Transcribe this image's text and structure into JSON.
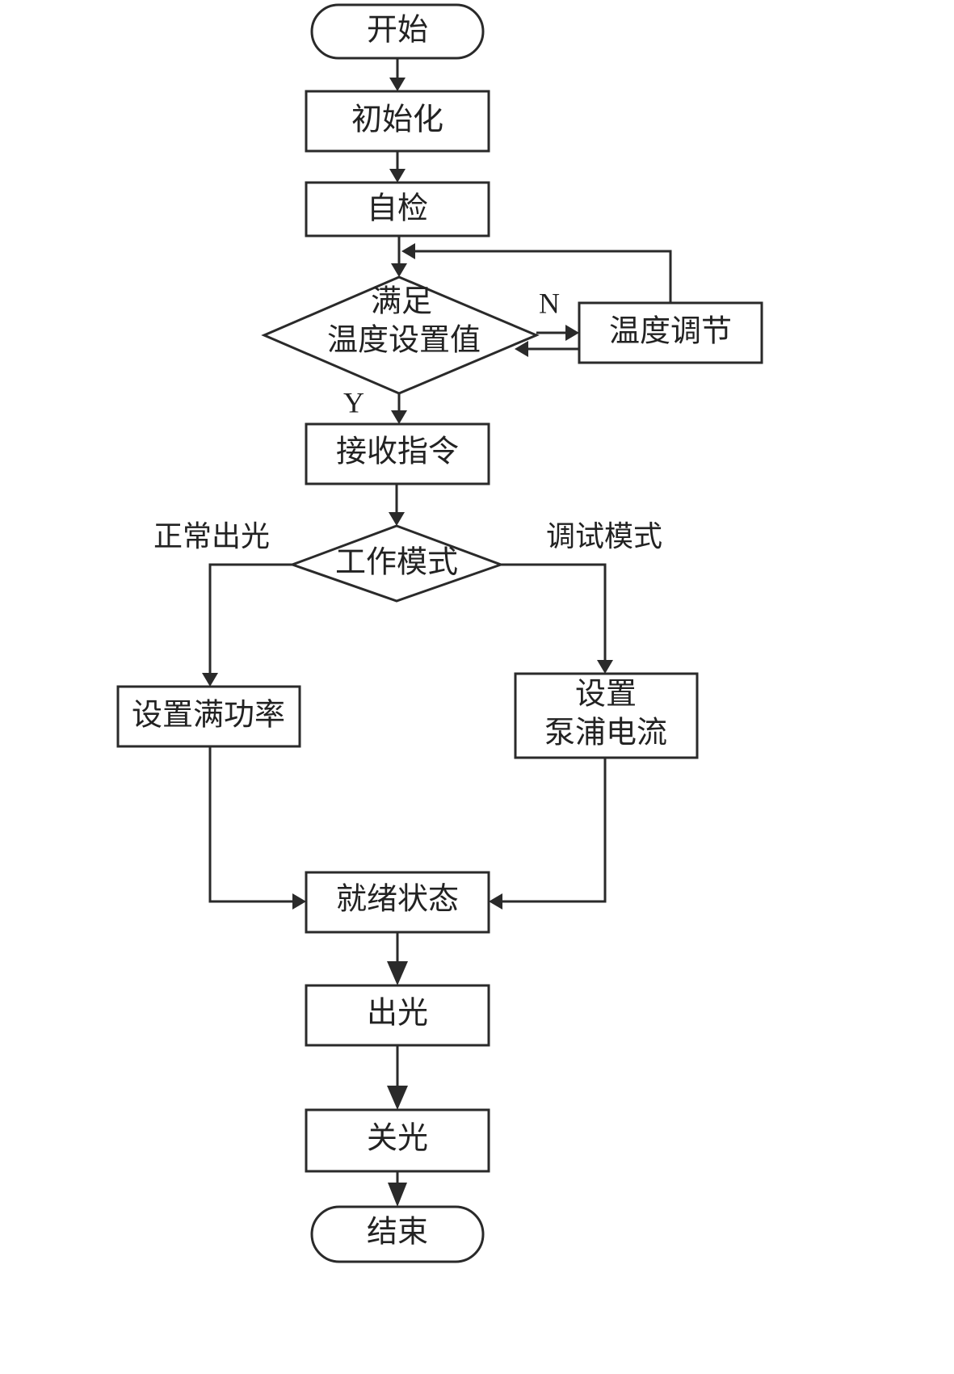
{
  "flowchart": {
    "nodes": {
      "start": "开始",
      "init": "初始化",
      "selfcheck": "自检",
      "temp_check_line1": "满足",
      "temp_check_line2": "温度设置值",
      "temp_adjust": "温度调节",
      "receive_cmd": "接收指令",
      "work_mode": "工作模式",
      "set_full_power": "设置满功率",
      "set_pump_line1": "设置",
      "set_pump_line2": "泵浦电流",
      "ready": "就绪状态",
      "emit": "出光",
      "shutdown": "关光",
      "end": "结束"
    },
    "edge_labels": {
      "no": "N",
      "yes": "Y",
      "normal_output": "正常出光",
      "debug_mode": "调试模式"
    },
    "edges": [
      {
        "from": "start",
        "to": "init"
      },
      {
        "from": "init",
        "to": "selfcheck"
      },
      {
        "from": "selfcheck",
        "to": "temp_check"
      },
      {
        "from": "temp_check",
        "to": "temp_adjust",
        "label": "N"
      },
      {
        "from": "temp_adjust",
        "to": "temp_check"
      },
      {
        "from": "temp_adjust",
        "to": "temp_check",
        "via": "loop-top"
      },
      {
        "from": "temp_check",
        "to": "receive_cmd",
        "label": "Y"
      },
      {
        "from": "receive_cmd",
        "to": "work_mode"
      },
      {
        "from": "work_mode",
        "to": "set_full_power",
        "label": "正常出光"
      },
      {
        "from": "work_mode",
        "to": "set_pump_current",
        "label": "调试模式"
      },
      {
        "from": "set_full_power",
        "to": "ready"
      },
      {
        "from": "set_pump_current",
        "to": "ready"
      },
      {
        "from": "ready",
        "to": "emit"
      },
      {
        "from": "emit",
        "to": "shutdown"
      },
      {
        "from": "shutdown",
        "to": "end"
      }
    ]
  }
}
